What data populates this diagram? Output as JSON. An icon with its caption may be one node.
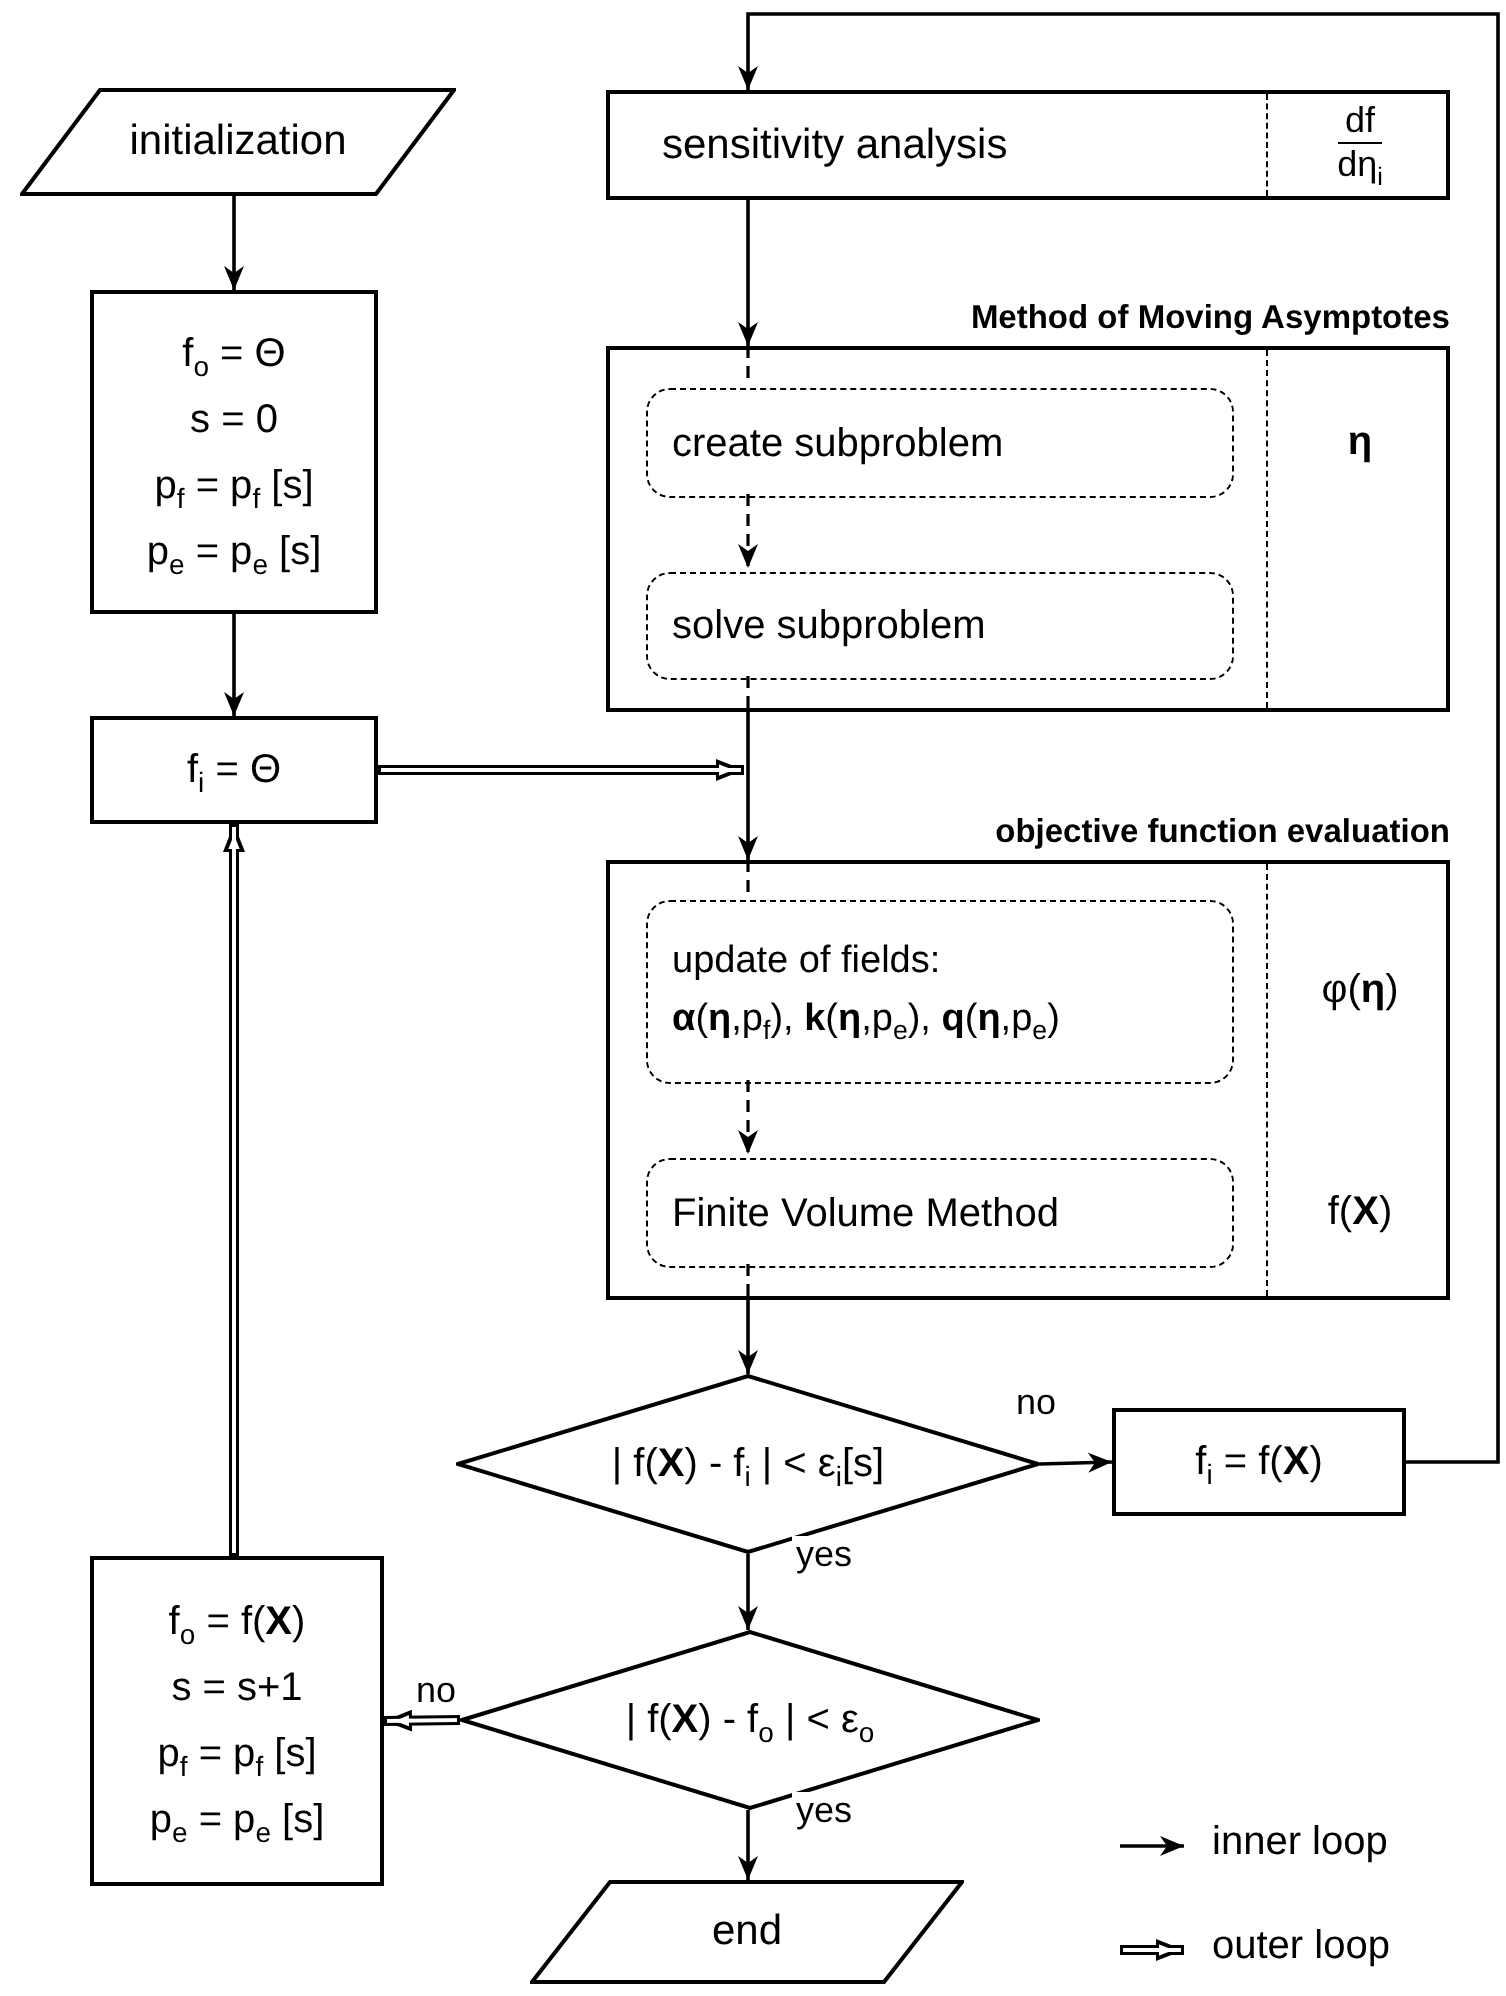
{
  "diagram": {
    "nodes": [
      {
        "text": [
          "initialization"
        ]
      },
      {
        "text": [
          "f$_{o}$ = Θ",
          "s = 0",
          "p$_{f}$ = p$_{f}$ [s]",
          "p$_{e}$ = p$_{e}$ [s]"
        ]
      },
      {
        "text": [
          "f$_{i}$ = Θ"
        ]
      },
      {
        "text": [
          "sensitivity analysis",
          "df",
          "dη$_{i}$"
        ]
      },
      {
        "text": [
          "Method of Moving Asymptotes",
          "η"
        ]
      },
      {
        "text": [
          "create subproblem"
        ],
        "in": 4
      },
      {
        "text": [
          "solve subproblem"
        ],
        "in": 4
      },
      {
        "text": [
          "objective function evaluation",
          "φ(**η**)",
          "f(**X**)"
        ]
      },
      {
        "text": [
          "update of fields:",
          "**α**(**η**,p$_{f}$), **k**(**η**,p$_{e}$), **q**(**η**,p$_{e}$)"
        ],
        "in": 7
      },
      {
        "text": [
          "Finite Volume Method"
        ],
        "in": 7
      },
      {
        "text": [
          "| f(**X**) - f$_{i}$ | < ε$_{i}$[s]"
        ]
      },
      {
        "text": [
          "f$_{i}$ = f(**X**)"
        ]
      },
      {
        "text": [
          "| f(**X**) - f$_{o}$ | < ε$_{o}$"
        ]
      },
      {
        "text": [
          "f$_{o}$ = f(**X**)",
          "s = s+1",
          "p$_{f}$ = p$_{f}$ [s]",
          "p$_{e}$ = p$_{e}$ [s]"
        ]
      },
      {
        "text": [
          "end"
        ]
      }
    ],
    "edges": [
      {
        "from": 0,
        "to": 1,
        "arrow": "to"
      },
      {
        "from": 1,
        "to": 2,
        "arrow": "to"
      },
      {
        "from": 3,
        "to": 4,
        "arrow": "to"
      },
      {
        "from": 4,
        "to": 5,
        "arrow": "none",
        "style": "dashed"
      },
      {
        "from": 5,
        "to": 6,
        "arrow": "to",
        "style": "dashed"
      },
      {
        "from": 6,
        "to": 4,
        "arrow": "none",
        "style": "dashed"
      },
      {
        "from": 4,
        "to": 7,
        "arrow": "to"
      },
      {
        "from": 2,
        "to": 7,
        "arrow": "to",
        "style": "thick"
      },
      {
        "from": 7,
        "to": 8,
        "arrow": "none",
        "style": "dashed"
      },
      {
        "from": 8,
        "to": 9,
        "arrow": "to",
        "style": "dashed"
      },
      {
        "from": 9,
        "to": 7,
        "arrow": "none",
        "style": "dashed"
      },
      {
        "from": 7,
        "to": 10,
        "arrow": "to"
      },
      {
        "from": 10,
        "to": 11,
        "arrow": "to",
        "label": "no"
      },
      {
        "from": 11,
        "to": 3,
        "arrow": "to"
      },
      {
        "from": 10,
        "to": 12,
        "arrow": "to",
        "label": "yes"
      },
      {
        "from": 12,
        "to": 13,
        "arrow": "to",
        "label": "no",
        "style": "thick"
      },
      {
        "from": 12,
        "to": 14,
        "arrow": "to",
        "label": "yes"
      },
      {
        "from": 13,
        "to": 2,
        "arrow": "to",
        "style": "thick"
      }
    ],
    "legend": [
      {
        "text": "inner loop"
      },
      {
        "text": "outer loop"
      }
    ]
  }
}
